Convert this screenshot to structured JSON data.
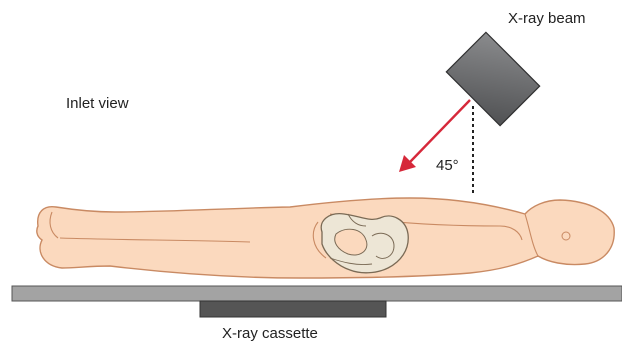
{
  "diagram": {
    "view_label": "Inlet view",
    "beam_label": "X-ray beam",
    "angle_label": "45°",
    "cassette_label": "X-ray cassette"
  },
  "colors": {
    "skin_fill": "#fbd9be",
    "skin_outline": "#c98a63",
    "bone_fill": "#ede6d6",
    "bone_outline": "#7a6a55",
    "beam_arrow": "#d6283a",
    "table_fill": "#a3a3a3",
    "cassette_fill": "#555555",
    "tube_fill": "#6d6e70"
  }
}
